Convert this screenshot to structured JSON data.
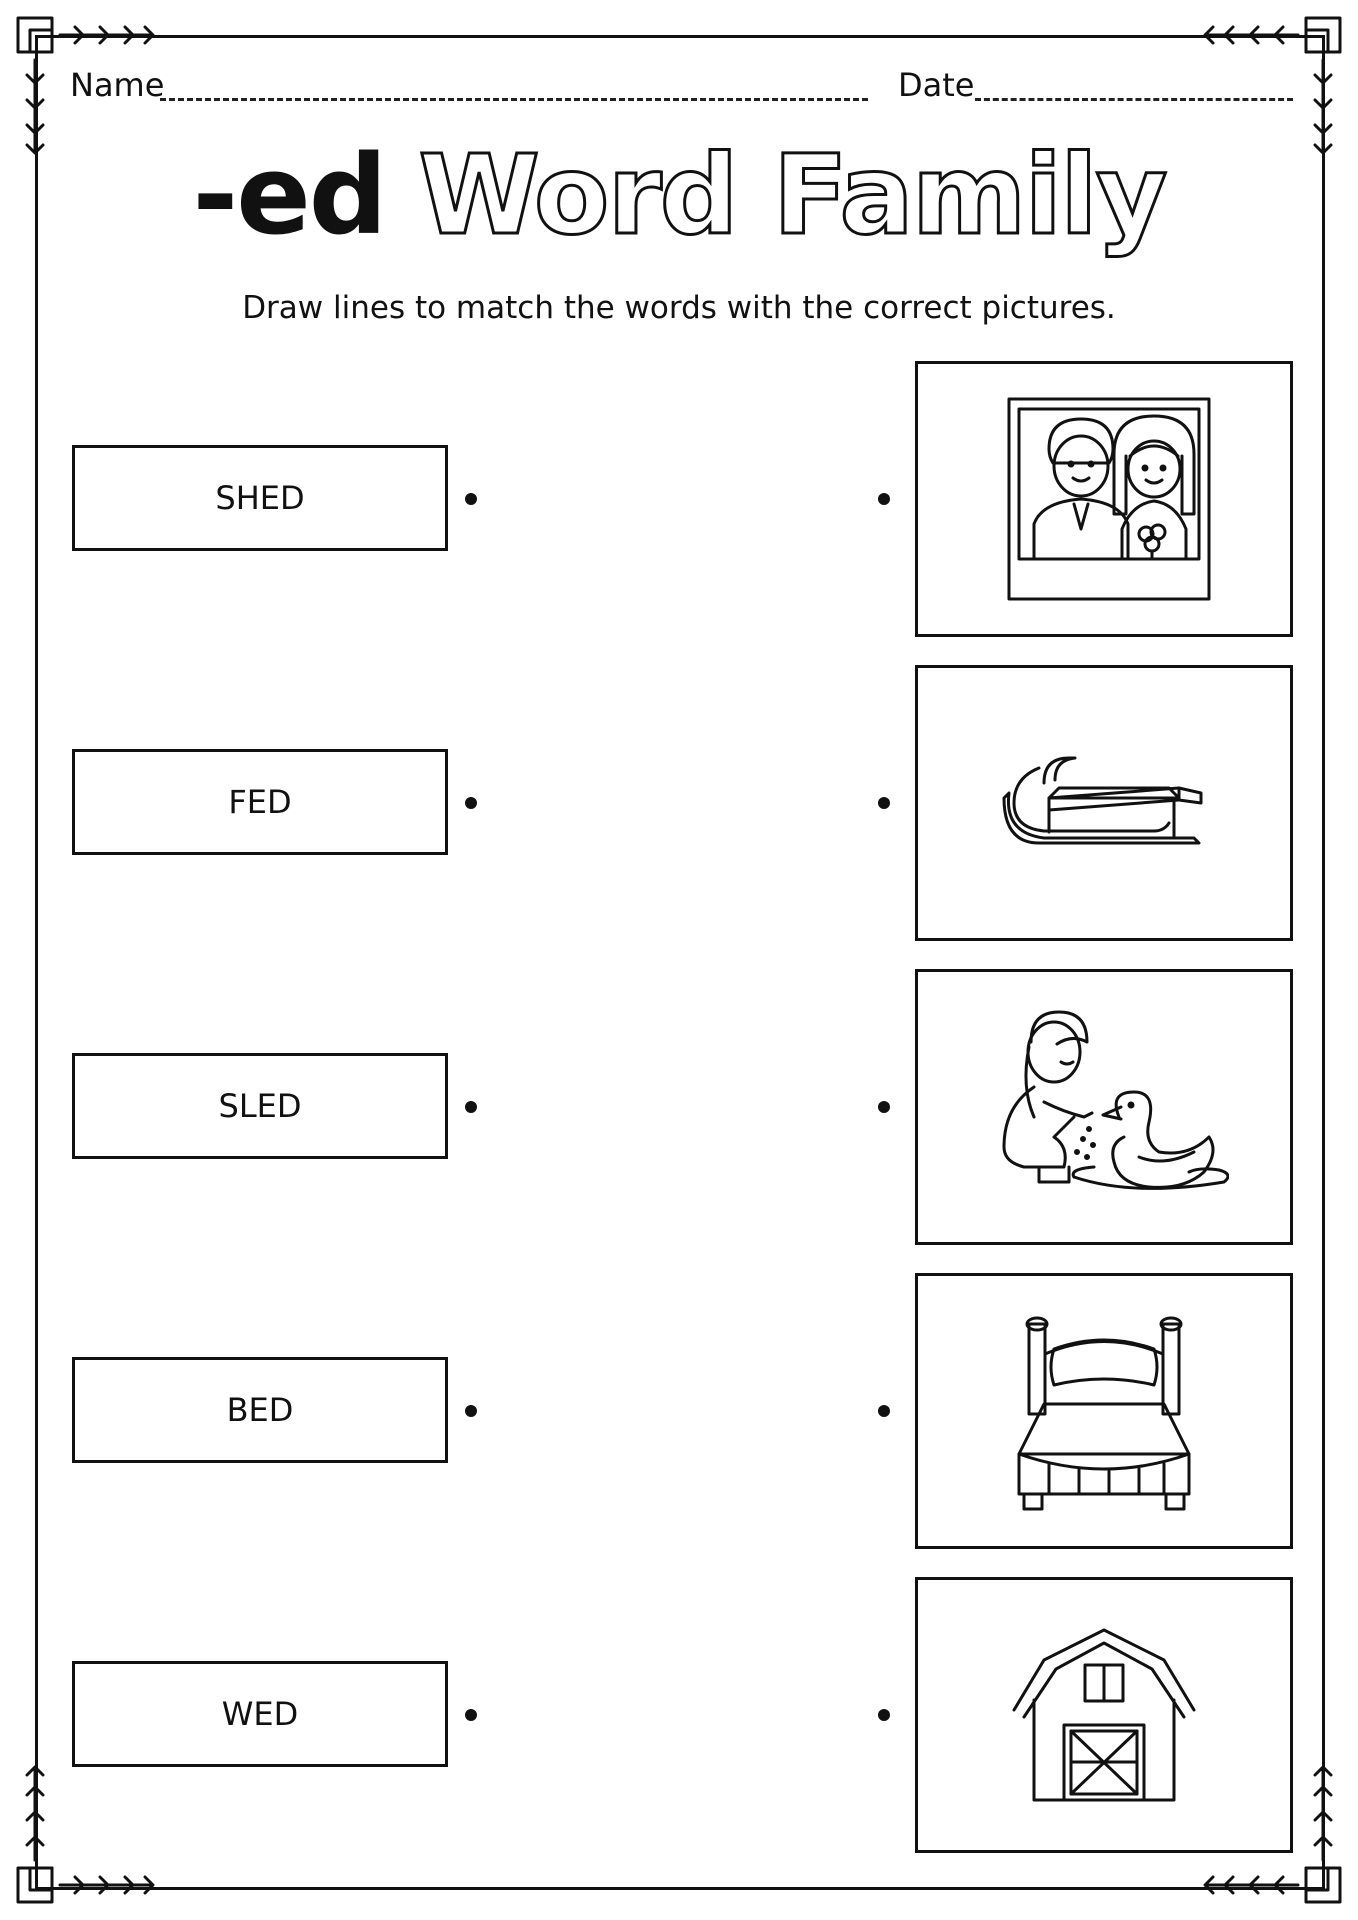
{
  "header": {
    "name_label": "Name",
    "date_label": "Date"
  },
  "title": {
    "suffix": "-ed",
    "rest": "Word Family"
  },
  "instructions": "Draw lines to match the words with the correct pictures.",
  "words": [
    {
      "label": "SHED"
    },
    {
      "label": "FED"
    },
    {
      "label": "SLED"
    },
    {
      "label": "BED"
    },
    {
      "label": "WED"
    }
  ],
  "pictures": [
    {
      "icon": "wedding-photo-icon"
    },
    {
      "icon": "sled-icon"
    },
    {
      "icon": "girl-feeding-duck-icon"
    },
    {
      "icon": "bed-icon"
    },
    {
      "icon": "barn-shed-icon"
    }
  ],
  "colors": {
    "ink": "#111111",
    "paper": "#ffffff"
  }
}
